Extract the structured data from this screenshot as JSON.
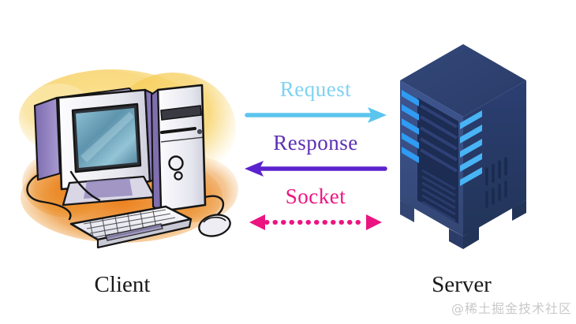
{
  "diagram": {
    "title_client": "Client",
    "title_server": "Server",
    "watermark": "@稀土掘金技术社区"
  },
  "flows": [
    {
      "label": "Request",
      "direction": "right",
      "style": "solid",
      "color": "#5BC5EE",
      "text_color": "#7FD2F2",
      "from": "client",
      "to": "server"
    },
    {
      "label": "Response",
      "direction": "left",
      "style": "solid",
      "color": "#5B22CF",
      "text_color": "#5B2FB5",
      "from": "server",
      "to": "client"
    },
    {
      "label": "Socket",
      "direction": "both",
      "style": "dotted",
      "color": "#EC1480",
      "text_color": "#EC1480",
      "from": "client",
      "to": "server"
    }
  ],
  "client_node": {
    "name": "desktop-computer",
    "parts": [
      "crt-monitor",
      "computer-tower",
      "keyboard",
      "mouse"
    ],
    "screen_color": "#6FA8BE",
    "bezel_color": "#EDEDF2",
    "accent_color": "#8C7BBF",
    "backdrop_colors": [
      "#F5C842",
      "#E87A18"
    ]
  },
  "server_node": {
    "name": "server-rack",
    "top_color": "#2E4372",
    "left_color": "#3A4F86",
    "right_color": "#1E2F58",
    "led_color": "#2B9BF0",
    "led_count": 5
  },
  "colors": {
    "background": "#FFFFFF",
    "caption": "#1A1A1A",
    "watermark": "#C9C9C9"
  }
}
